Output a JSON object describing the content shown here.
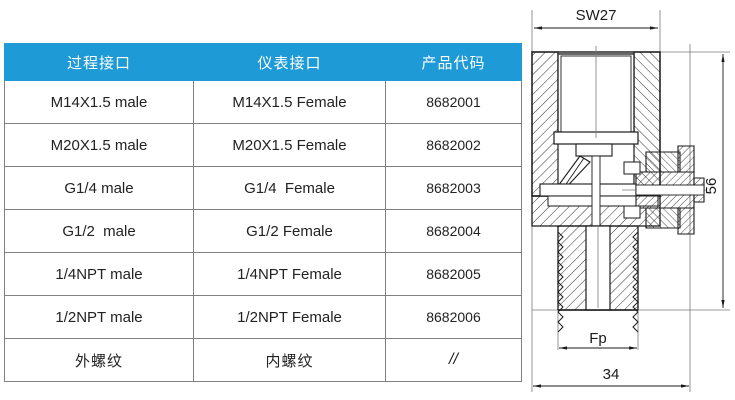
{
  "table": {
    "headers": [
      "过程接口",
      "仪表接口",
      "产品代码"
    ],
    "rows": [
      {
        "process": "M14X1.5 male",
        "instrument": "M14X1.5 Female",
        "code": "8682001"
      },
      {
        "process": "M20X1.5 male",
        "instrument": "M20X1.5 Female",
        "code": "8682002"
      },
      {
        "process": "G1/4 male",
        "instrument": "G1/4  Female",
        "code": "8682003"
      },
      {
        "process": "G1/2  male",
        "instrument": "G1/2 Female",
        "code": "8682004"
      },
      {
        "process": "1/4NPT male",
        "instrument": "1/4NPT Female",
        "code": "8682005"
      },
      {
        "process": "1/2NPT male",
        "instrument": "1/2NPT Female",
        "code": "8682006"
      },
      {
        "process": "外螺纹",
        "instrument": "内螺纹",
        "code": "//"
      }
    ]
  },
  "drawing": {
    "dimensions": {
      "top_width": "SW27",
      "right_height": "56",
      "bottom_inner": "Fp",
      "bottom_overall": "34"
    }
  },
  "colors": {
    "header_blue": "#1e9bd7",
    "header_text": "#ffffff",
    "grid_line": "#808080",
    "body_text": "#222222",
    "drawing_line": "#1a1a1a"
  }
}
